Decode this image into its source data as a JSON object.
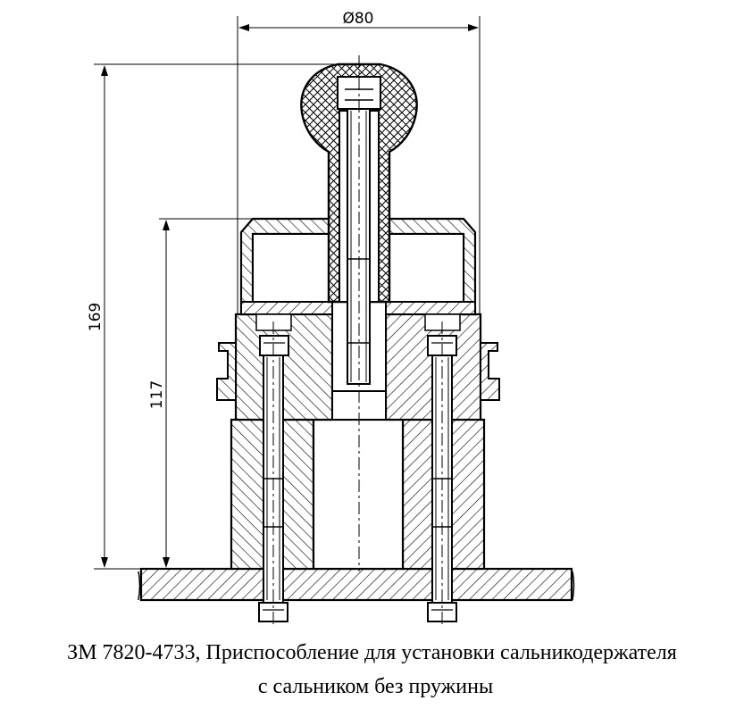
{
  "dimensions": {
    "diameter_label": "Ø80",
    "height_total_label": "169",
    "height_inner_label": "117"
  },
  "caption": {
    "line1": "ЗМ 7820-4733, Приспособление для установки сальникодержателя",
    "line2": "с сальником без пружины"
  }
}
